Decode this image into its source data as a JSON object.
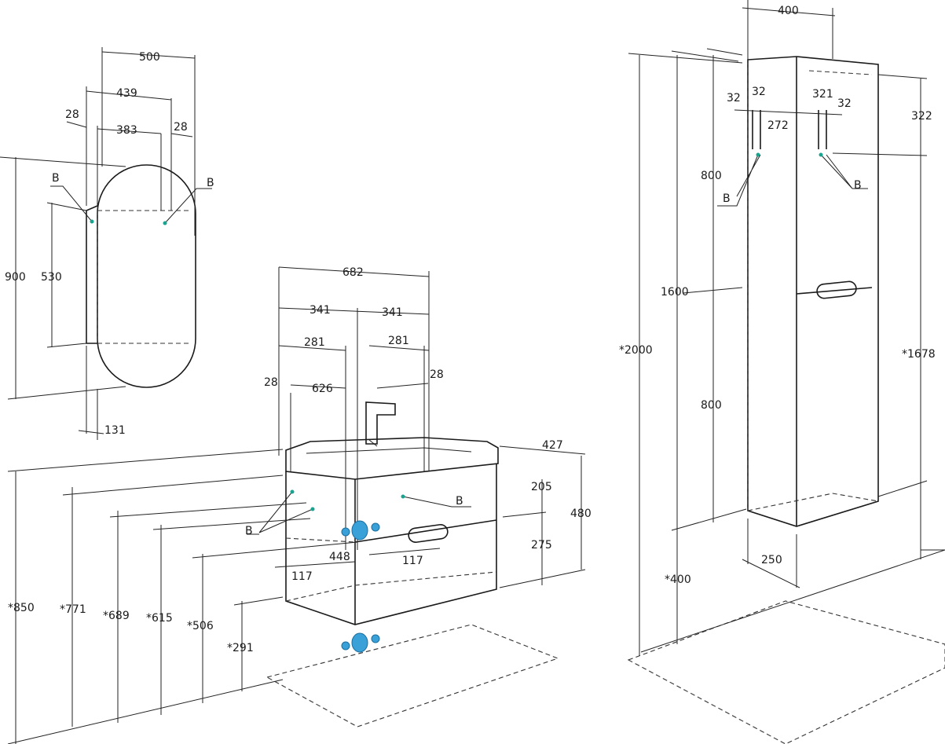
{
  "mirror": {
    "width_labels": [
      "500",
      "439",
      "383"
    ],
    "side_gap_left": "28",
    "side_gap_right": "28",
    "height_total": "900",
    "height_inner": "530",
    "depth": "131",
    "point_label_left": "B",
    "point_label_right": "B"
  },
  "vanity": {
    "width_total": "682",
    "half_left": "341",
    "half_right": "341",
    "bowl_left": "281",
    "bowl_right": "281",
    "inner_width": "626",
    "side_left": "28",
    "side_right": "28",
    "depth": "427",
    "top_drawer": "205",
    "bottom_drawer": "275",
    "height": "480",
    "handle_offset": "117",
    "handle_offset_left": "117",
    "pipe_offset": "448",
    "point_label_left": "B",
    "point_label_right": "B",
    "floor_heights": [
      "*850",
      "*771",
      "*689",
      "*615",
      "*506",
      "*291"
    ]
  },
  "column": {
    "width": "400",
    "hinge_a": "32",
    "hinge_b": "32",
    "hinge_c": "321",
    "hinge_d": "32",
    "inner_span": "272",
    "top_offset": "322",
    "upper_section": "800",
    "lower_section": "800",
    "body_height": "1600",
    "total_height": "*2000",
    "bottom_offset": "*1678",
    "floor_offset": "*400",
    "depth": "250",
    "point_label_left": "B",
    "point_label_right": "B"
  }
}
